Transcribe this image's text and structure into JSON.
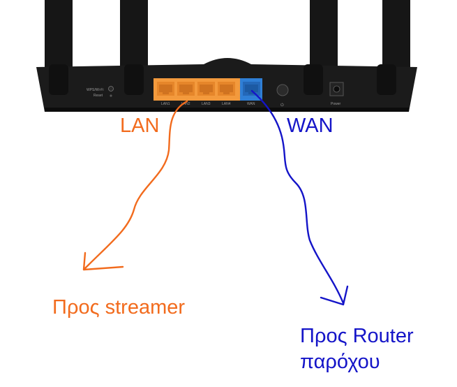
{
  "device": {
    "wps_label": "WPS/Wi-Fi",
    "reset_label": "Reset",
    "lan_ports": [
      "LAN1",
      "LAN2",
      "LAN3",
      "LAN4"
    ],
    "wan_port": "WAN",
    "power_button_symbol": "⏻",
    "power_label": "Power"
  },
  "annotations": {
    "lan": "LAN",
    "wan": "WAN",
    "to_streamer": "Προς streamer",
    "to_isp_router_line1": "Προς Router",
    "to_isp_router_line2": "παρόχου"
  },
  "colors": {
    "lan": "#f26b1d",
    "wan": "#1414c8",
    "router_body": "#1b1b1b",
    "lan_port": "#f39a3d",
    "wan_port": "#2f7fd6"
  }
}
